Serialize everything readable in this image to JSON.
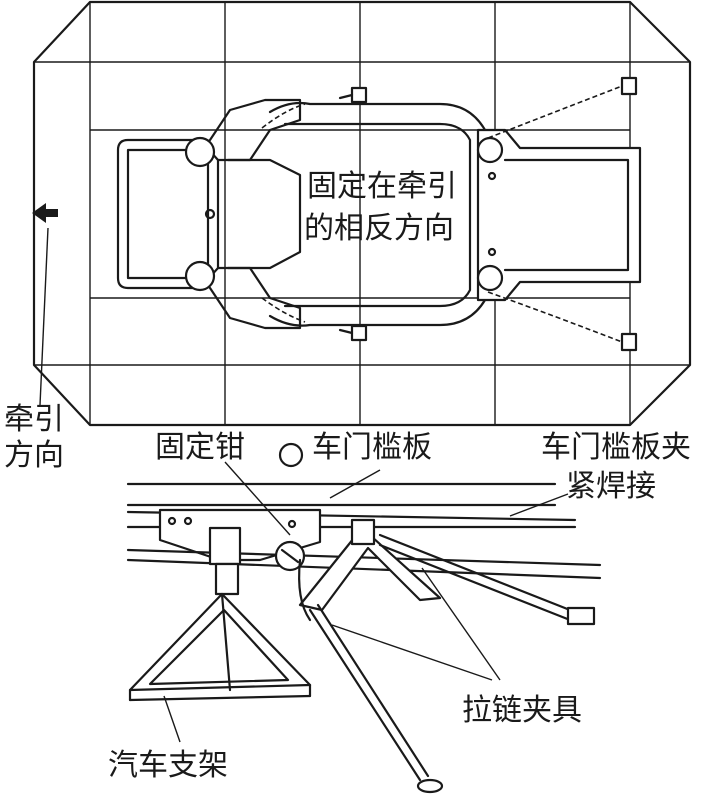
{
  "labels": {
    "opposite_direction_line1": "固定在牵引",
    "opposite_direction_line2": "的相反方向",
    "pull_direction_line1": "牵引",
    "pull_direction_line2": "方向",
    "clamp": "固定钳",
    "rocker_panel": "车门槛板",
    "rocker_weld_line1": "车门槛板夹",
    "rocker_weld_line2": "紧焊接",
    "chain_clamp": "拉链夹具",
    "car_stand": "汽车支架"
  }
}
